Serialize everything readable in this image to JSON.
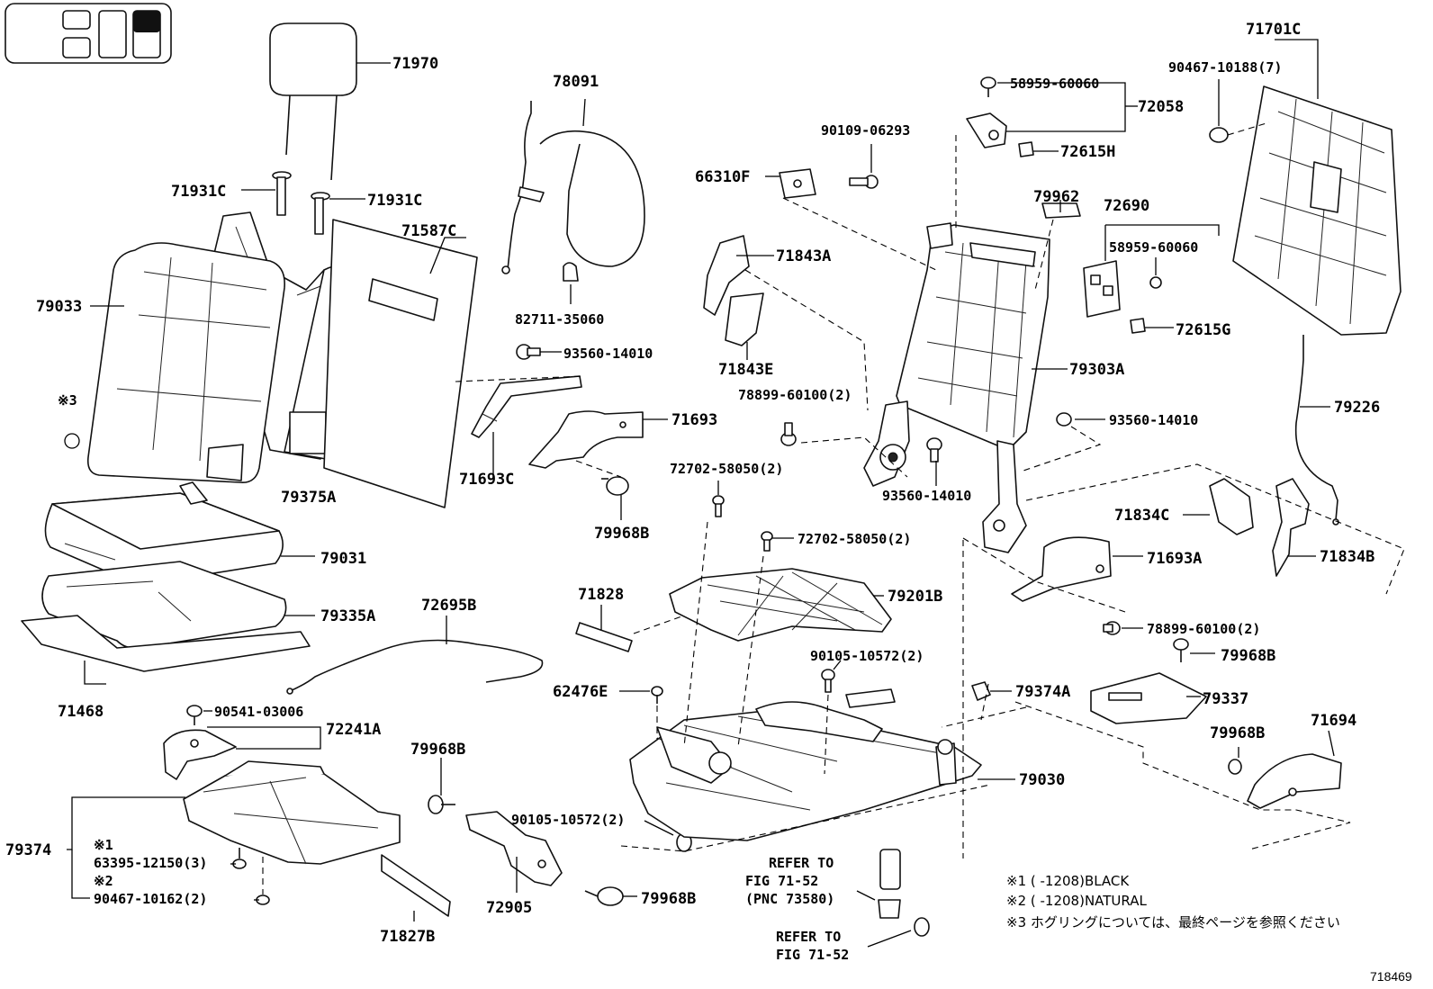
{
  "diagram_id": "718469",
  "refer_to_1": [
    "REFER TO",
    "FIG 71-52",
    "(PNC 73580)"
  ],
  "refer_to_2": [
    "REFER TO",
    "FIG 71-52"
  ],
  "notes": [
    "※1 (      -1208)BLACK",
    "※2 (      -1208)NATURAL",
    "※3 ホグリングについては、最終ページを参照ください"
  ],
  "note_marks": {
    "m1": "※1",
    "m2": "※2",
    "m3": "※3"
  },
  "labels": {
    "p71970": "71970",
    "p71931C_a": "71931C",
    "p71931C_b": "71931C",
    "p71587C": "71587C",
    "p79033": "79033",
    "p79375A": "79375A",
    "p79031": "79031",
    "p79335A": "79335A",
    "p71468": "71468",
    "p78091": "78091",
    "p82711": "82711-35060",
    "p93560_a": "93560-14010",
    "p71693": "71693",
    "p71693C": "71693C",
    "p79968B_a": "79968B",
    "p72695B": "72695B",
    "p90541": "90541-03006",
    "p72241A": "72241A",
    "p79374": "79374",
    "p63395": "63395-12150(3)",
    "p90467_b": "90467-10162(2)",
    "p71827B": "71827B",
    "p79968B_b": "79968B",
    "p90105_a": "90105-10572(2)",
    "p72905": "72905",
    "p79968B_c": "79968B",
    "p58959_a": "58959-60060",
    "p72058": "72058",
    "p90109": "90109-06293",
    "p66310F": "66310F",
    "p72615H": "72615H",
    "p79962": "79962",
    "p72690": "72690",
    "p58959_b": "58959-60060",
    "p71843A": "71843A",
    "p72615G": "72615G",
    "p71843E": "71843E",
    "p79303A": "79303A",
    "p78899_a": "78899-60100(2)",
    "p93560_b": "93560-14010",
    "p93560_c": "93560-14010",
    "p72702_a": "72702-58050(2)",
    "p72702_b": "72702-58050(2)",
    "p71828": "71828",
    "p79201B": "79201B",
    "p90105_b": "90105-10572(2)",
    "p62476E": "62476E",
    "p79374A": "79374A",
    "p79030": "79030",
    "p71701C": "71701C",
    "p90467_a": "90467-10188(7)",
    "p79226": "79226",
    "p71834C": "71834C",
    "p71834B": "71834B",
    "p71693A": "71693A",
    "p78899_b": "78899-60100(2)",
    "p79968B_d": "79968B",
    "p79337": "79337",
    "p79968B_e": "79968B",
    "p71694": "71694"
  }
}
